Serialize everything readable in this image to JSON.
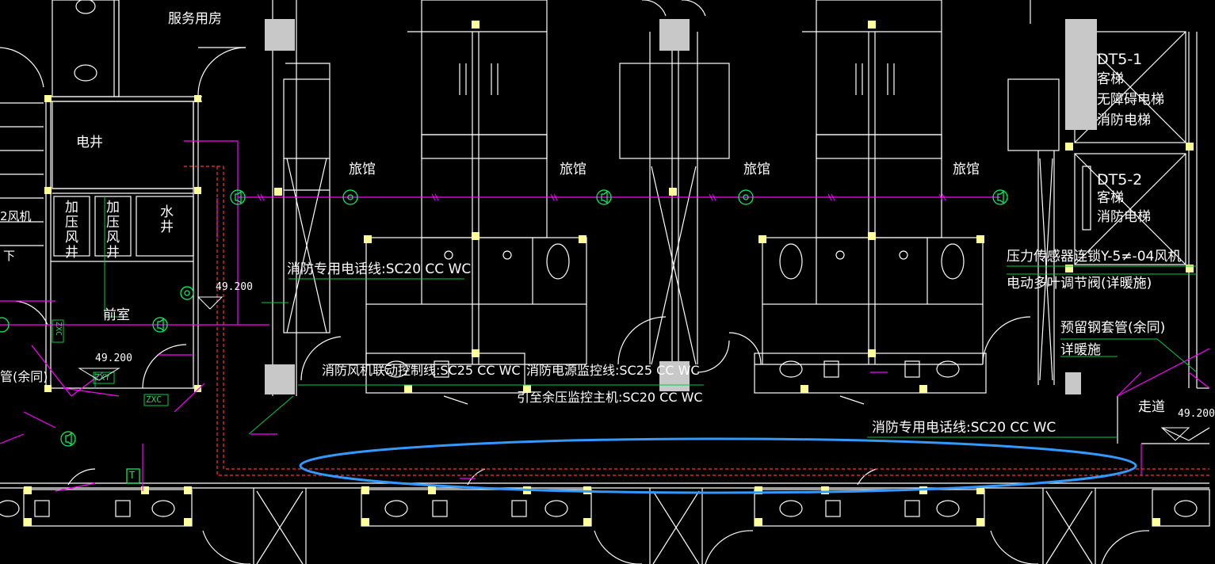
{
  "drawing": {
    "rooms": {
      "service_room": "服务用房",
      "electric_shaft": "电井",
      "front_room": "前室",
      "hotel": "旅馆",
      "corridor": "走道",
      "fan_partial": "2风机",
      "down": "下"
    },
    "shafts": {
      "press_fan_1": "加压风井",
      "press_fan_2": "加压风井",
      "water_shaft": "水井"
    },
    "elevators": {
      "dt1_id": "DT5-1",
      "dt1_line1": "客梯",
      "dt1_line2": "无障碍电梯",
      "dt1_line3": "消防电梯",
      "dt2_id": "DT5-2",
      "dt2_line1": "客梯",
      "dt2_line2": "消防电梯"
    },
    "annotations": {
      "fire_phone_1": "消防专用电话线:SC20 CC WC",
      "fire_phone_2": "消防专用电话线:SC20 CC WC",
      "fan_control": "消防风机联动控制线:SC25 CC WC",
      "power_monitor": "消防电源监控线:SC25 CC WC",
      "residual_pressure": "引至余压监控主机:SC20 CC WC",
      "pressure_sensor": "压力传感器连锁Y-5≠-04风机",
      "damper": "电动多叶调节阀(详暖施)",
      "sleeve": "预留钢套管(余同)",
      "hvac_ref": "详暖施",
      "sleeve_left": "管(余同)"
    },
    "elevations": {
      "el_1": "49.200",
      "el_2": "49.200",
      "el_3": "49.200"
    },
    "codes": {
      "zxc_1": "ZXC",
      "zxc_2": "ZXC",
      "zxy": "ZXY",
      "t_mark": "T"
    }
  },
  "colors": {
    "background": "#000000",
    "walls": "#ffffff",
    "fire_line": "#ff00ff",
    "speaker": "#00ff66",
    "leader": "#00cc44",
    "boundary": "#ff3333",
    "column": "#c8c8c8",
    "anchor": "#ffff99",
    "highlight": "#3399ff"
  }
}
